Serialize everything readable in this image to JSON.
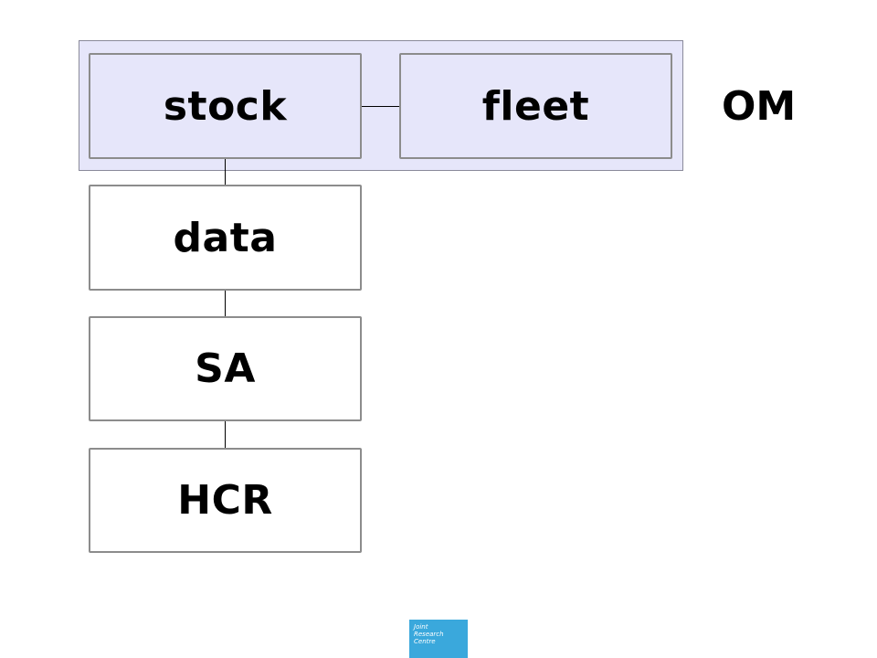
{
  "diagram": {
    "group_label": "OM",
    "nodes": {
      "stock": "stock",
      "fleet": "fleet",
      "data": "data",
      "sa": "SA",
      "hcr": "HCR"
    },
    "edges": [
      [
        "stock",
        "fleet"
      ],
      [
        "stock",
        "data"
      ],
      [
        "data",
        "SA"
      ],
      [
        "SA",
        "HCR"
      ]
    ],
    "colors": {
      "group_fill": "#e6e6fa",
      "box_border": "#8c8c8c",
      "logo_fill": "#3aa8dc"
    }
  },
  "logo": {
    "name": "jrc-logo",
    "lines": [
      "Joint",
      "Research",
      "Centre"
    ]
  }
}
